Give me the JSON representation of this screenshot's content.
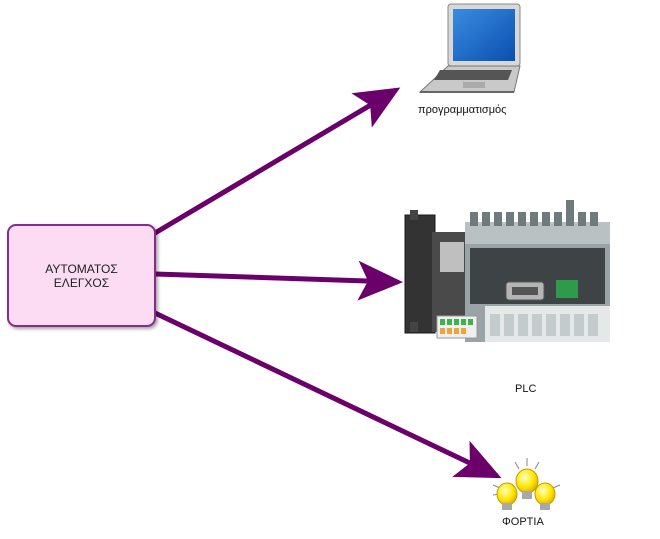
{
  "control_box": {
    "line1": "ΑΥΤΟΜΑΤΟΣ",
    "line2": "ΕΛΕΓΧΟΣ"
  },
  "targets": {
    "laptop": {
      "label": "προγραμματισμός",
      "icon": "laptop-icon"
    },
    "plc": {
      "label": "PLC",
      "icon": "plc-device-icon"
    },
    "loads": {
      "label": "ΦΟΡΤΙΑ",
      "icon": "light-bulbs-icon"
    }
  },
  "colors": {
    "arrow": "#6b006b",
    "box_fill": "#fbdcf3",
    "box_border": "#8a2a8a"
  }
}
